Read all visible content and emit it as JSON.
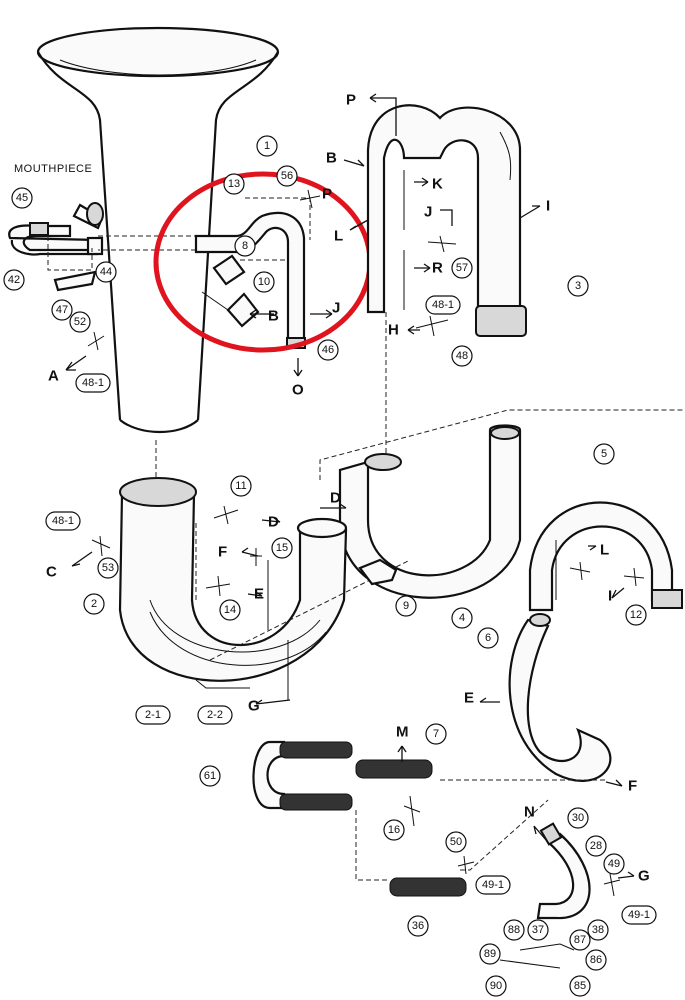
{
  "header": {
    "mouthpiece_label": "MOUTHPIECE"
  },
  "highlight_color": "#e0141e",
  "parts": {
    "p1": "1",
    "p2": "2",
    "p3": "3",
    "p4": "4",
    "p5": "5",
    "p6": "6",
    "p7": "7",
    "p8": "8",
    "p9": "9",
    "p10": "10",
    "p11": "11",
    "p12": "12",
    "p13": "13",
    "p14": "14",
    "p15": "15",
    "p16": "16",
    "p28": "28",
    "p30": "30",
    "p36": "36",
    "p37": "37",
    "p38": "38",
    "p42": "42",
    "p44": "44",
    "p45": "45",
    "p46": "46",
    "p47": "47",
    "p48": "48",
    "p49": "49",
    "p50": "50",
    "p52": "52",
    "p53": "53",
    "p56": "56",
    "p57": "57",
    "p61": "61",
    "p85": "85",
    "p86": "86",
    "p87": "87",
    "p88": "88",
    "p89": "89",
    "p90": "90"
  },
  "pills": {
    "p48_1_a": "48-1",
    "p48_1_b": "48-1",
    "p48_1_c": "48-1",
    "p2_1": "2-1",
    "p2_2": "2-2",
    "p49_1_a": "49-1",
    "p49_1_b": "49-1"
  },
  "letters": {
    "A": "A",
    "B_top": "B",
    "B_mid": "B",
    "C": "C",
    "D_1": "D",
    "D_2": "D",
    "E_1": "E",
    "E_2": "E",
    "F_1": "F",
    "F_2": "F",
    "G_1": "G",
    "G_2": "G",
    "H": "H",
    "I_1": "I",
    "I_2": "I",
    "J_1": "J",
    "J_2": "J",
    "K": "K",
    "L_1": "L",
    "L_2": "L",
    "M": "M",
    "N": "N",
    "O": "O",
    "P_1": "P",
    "P_2": "P",
    "R": "R"
  }
}
